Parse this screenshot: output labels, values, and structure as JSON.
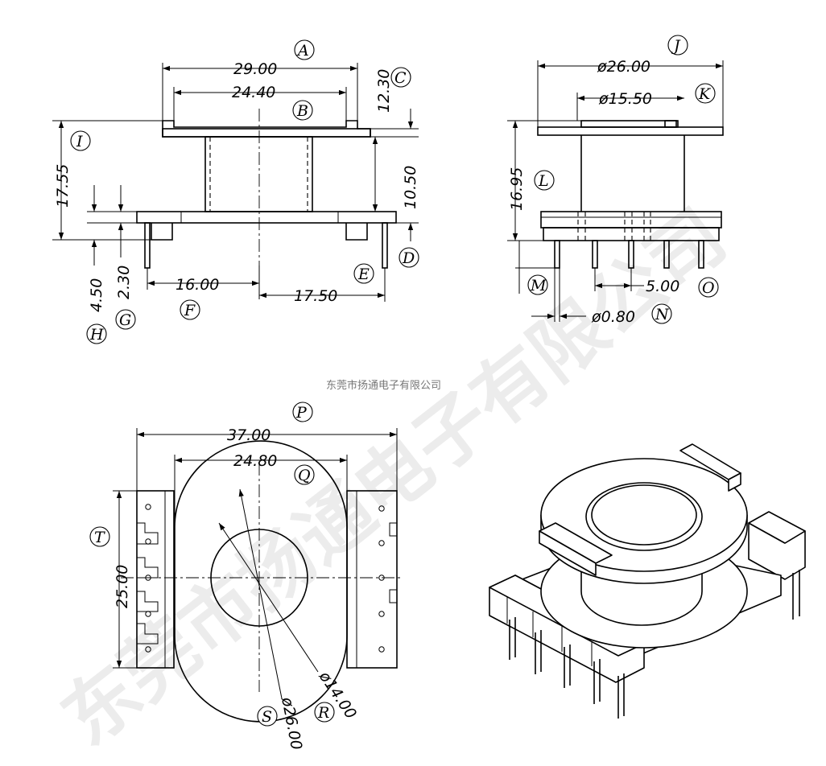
{
  "company_caption": "东莞市扬通电子有限公司",
  "watermark": "东莞市扬通电子有限公司",
  "front_view": {
    "dims": {
      "A": "29.00",
      "B": "24.40",
      "C": "12.30",
      "D": "10.50",
      "I": "17.55",
      "H": "4.50",
      "G": "2.30",
      "F": "16.00",
      "E": "17.50"
    },
    "letters": {
      "A": "A",
      "B": "B",
      "C": "C",
      "D": "D",
      "E": "E",
      "F": "F",
      "G": "G",
      "H": "H",
      "I": "I"
    }
  },
  "side_view": {
    "dims": {
      "J": "ø26.00",
      "K": "ø15.50",
      "L": "16.95",
      "O": "5.00",
      "N": "ø0.80"
    },
    "letters": {
      "J": "J",
      "K": "K",
      "L": "L",
      "M": "M",
      "N": "N",
      "O": "O"
    }
  },
  "top_view": {
    "dims": {
      "P": "37.00",
      "Q": "24.80",
      "T": "25.00",
      "R": "ø14.00",
      "S": "ø26.00"
    },
    "letters": {
      "P": "P",
      "Q": "Q",
      "R": "R",
      "S": "S",
      "T": "T"
    }
  }
}
